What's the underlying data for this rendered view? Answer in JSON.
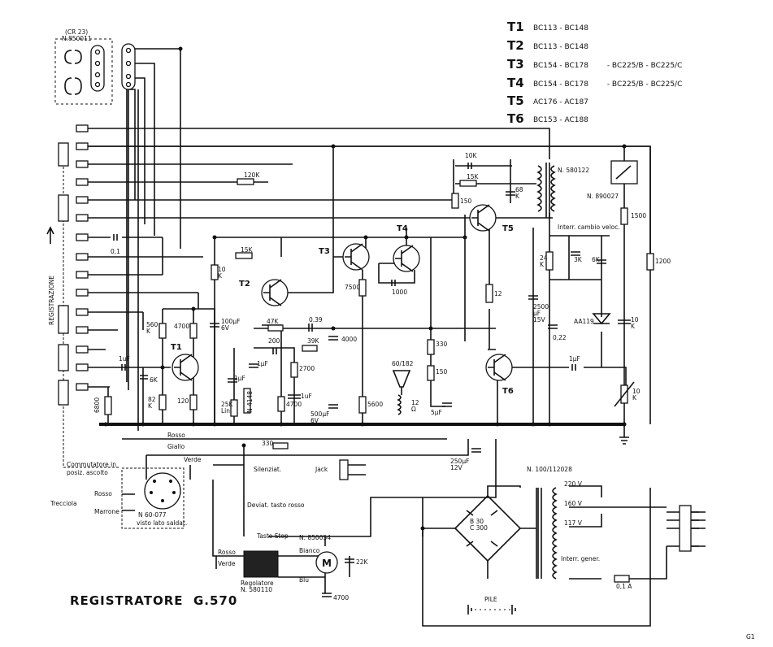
{
  "title": "REGISTRATORE  G.570",
  "corner_mark": "G1",
  "transistor_table": [
    {
      "name": "T1",
      "types": "BC113 - BC148"
    },
    {
      "name": "T2",
      "types": "BC113 - BC148"
    },
    {
      "name": "T3",
      "types": "BC154 - BC178        - BC225/B - BC225/C"
    },
    {
      "name": "T4",
      "types": "BC154 - BC178        - BC225/B - BC225/C"
    },
    {
      "name": "T5",
      "types": "AC176 - AC187"
    },
    {
      "name": "T6",
      "types": "BC153 - AC188"
    }
  ],
  "head": {
    "cr": "(CR 23)",
    "part": "N.850011"
  },
  "side_label": "REGISTRAZIONE",
  "commutatore": [
    "Commutatore in",
    "posiz. ascolto"
  ],
  "transistors": {
    "t1": "T1",
    "t2": "T2",
    "t3": "T3",
    "t4": "T4",
    "t5": "T5",
    "t6": "T6"
  },
  "parts": {
    "c01": "0,1",
    "r6800": "6800",
    "c1uf_in": "1uF",
    "r560k": "560\nK",
    "r6k": "6K",
    "r82k": "82\nK",
    "r4700a": "4700",
    "r120": "120",
    "r10k": "10\nK",
    "r120k": "120K",
    "r15k": "15K",
    "c100uf": "100µF\n6V",
    "c1uf_a": "1µF",
    "r25k": "25K\nLin.",
    "diode1": "N 4148",
    "c1uf_b": "1µF",
    "r47k": "47K",
    "c200": "200",
    "r39k": "39K",
    "c039": "0.39",
    "c4000": "4000",
    "r2700": "2700",
    "r4700b": "4700",
    "c1uf_c": "1uF",
    "c500uf": "500µF\n6V",
    "r7500": "7500",
    "c1000": "1000",
    "r5600": "5600",
    "speaker": "60/182",
    "coil": "12\nΩ",
    "r330": "330",
    "r150": "150",
    "c5uf": "5µF",
    "r12": "12",
    "c10k_top": "10K",
    "r15k_top": "15K",
    "c68k": "68\nK",
    "r150_t5": "150",
    "transformer": "N. 580122",
    "c2500": "2500\nµF\n15V",
    "c022": "0,22",
    "interr_vel": "Interr. cambio veloc.",
    "r24k": "24\nK",
    "c3k": "3K",
    "c6k": "6K",
    "aa119": "AA119",
    "r10k_b": "10\nK",
    "r1500": "1500",
    "r1200": "1200",
    "meter": "N. 890027",
    "c1uf_out": "1µF",
    "pot10k": "10\nK",
    "c250uf": "250µF\n12V",
    "r330_b": "330",
    "rosso1": "Rosso",
    "giallo": "Giallo",
    "verde1": "Verde",
    "silenziat": "Silenziat.",
    "deviat": "Deviat. tasto rosso",
    "jack": "Jack",
    "tasto_stop": "Tasto Stop",
    "connector": "N 60-077",
    "connector2": "visto lato saldat.",
    "trecciola": "Trecciola",
    "rosso2": "Rosso",
    "marrone": "Marrone",
    "rosso3": "Rosso",
    "verde2": "Verde",
    "regolatore": "Regolatore\nN. 580110",
    "motor": "N. 850054",
    "bianco": "Bianco",
    "blu": "Blu",
    "c22k": "22K",
    "c4700": "4700",
    "bridge": "B 30\nC 300",
    "mains_tr": "N. 100/112028",
    "v220": "220 V",
    "v160": "160 V",
    "v117": "117 V",
    "interr_gen": "Interr. gener.",
    "fuse": "0,1 A",
    "pile": "PILE"
  }
}
